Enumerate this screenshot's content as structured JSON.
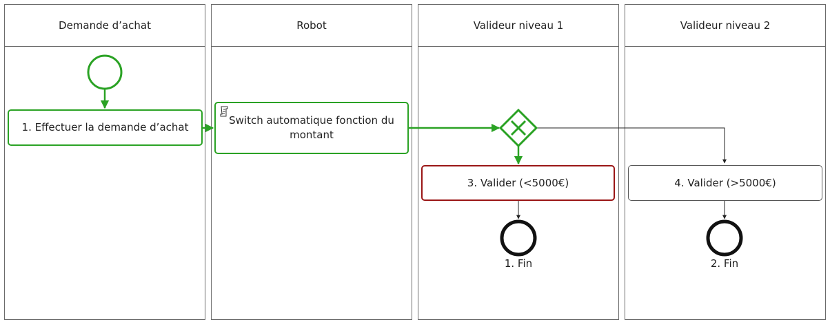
{
  "lanes": [
    {
      "label": "Demande d’achat"
    },
    {
      "label": "Robot"
    },
    {
      "label": "Valideur niveau 1"
    },
    {
      "label": "Valideur niveau 2"
    }
  ],
  "tasks": {
    "t1": "1. Effectuer la demande d’achat",
    "t2": "Switch automatique fonction du montant",
    "t3": "3. Valider (<5000€)",
    "t4": "4. Valider (>5000€)"
  },
  "end_events": {
    "e1": "1. Fin",
    "e2": "2. Fin"
  },
  "icons": {
    "start": "start-event-circle",
    "gateway": "exclusive-gateway-x",
    "script": "script-task-icon"
  },
  "colors": {
    "active": "#2aa224",
    "rejected": "#9a1515",
    "neutral": "#555555"
  }
}
